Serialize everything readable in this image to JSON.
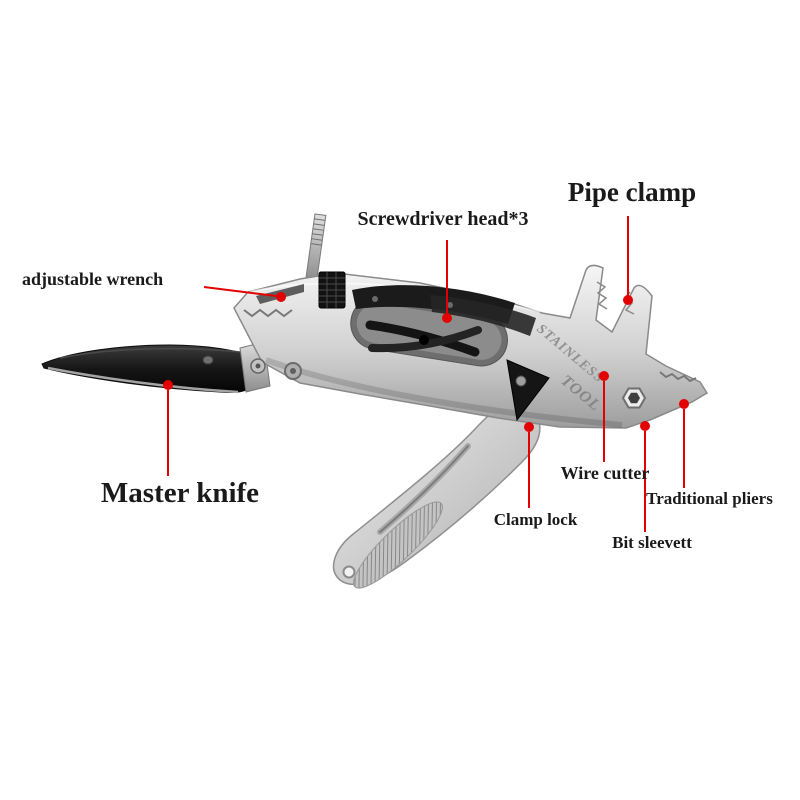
{
  "page": {
    "background": "#ffffff"
  },
  "colors": {
    "accent_red": "#e30000",
    "label_text": "#1a1a1a",
    "metal": "#c9c9c9",
    "blade_black": "#111111"
  },
  "annotations": {
    "pipe_clamp": "Pipe clamp",
    "screwdriver_head": "Screwdriver head*3",
    "adjustable_wrench": "adjustable wrench",
    "master_knife": "Master knife",
    "wire_cutter": "Wire cutter",
    "traditional_pliers": "Traditional pliers",
    "clamp_lock": "Clamp lock",
    "bit_sleeve": "Bit sleevett"
  },
  "engravings": {
    "brand_line1": "STAINLESS",
    "brand_line2": "TOOL"
  }
}
